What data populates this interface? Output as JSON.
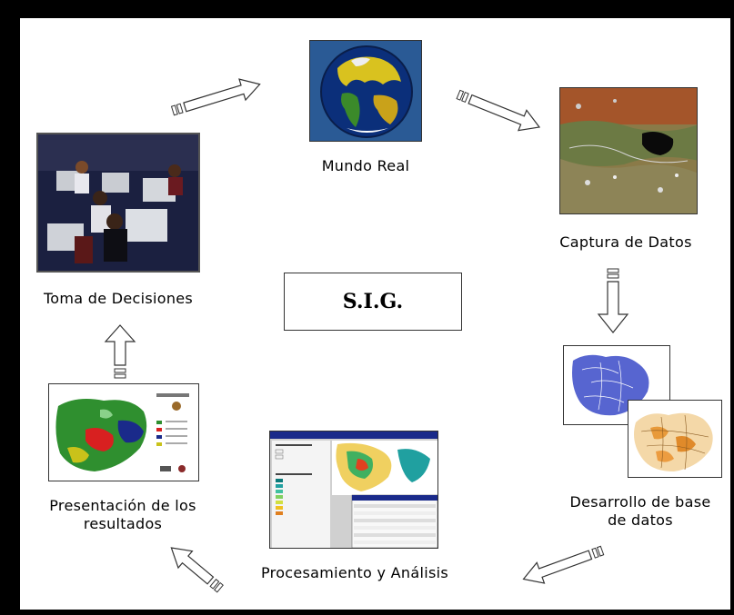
{
  "center": {
    "label": "S.I.G."
  },
  "nodes": {
    "mundo_real": {
      "label": "Mundo Real"
    },
    "captura": {
      "label": "Captura de Datos"
    },
    "toma": {
      "label": "Toma de Decisiones"
    },
    "presentacion": {
      "label_line1": "Presentación de los",
      "label_line2": "resultados"
    },
    "procesamiento": {
      "label": "Procesamiento y Análisis"
    },
    "desarrollo": {
      "label_line1": "Desarrollo de base",
      "label_line2": "de datos"
    }
  },
  "images": [
    {
      "name": "globe-image",
      "depicts": "earth globe"
    },
    {
      "name": "satellite-image",
      "depicts": "satellite imagery"
    },
    {
      "name": "classroom-photo",
      "depicts": "people at computers"
    },
    {
      "name": "map-presentation-image",
      "depicts": "printed map"
    },
    {
      "name": "gis-software-screenshot",
      "depicts": "GIS software window"
    },
    {
      "name": "vector-map-blue-image",
      "depicts": "blue vector map"
    },
    {
      "name": "vector-map-orange-image",
      "depicts": "orange vector map"
    }
  ]
}
